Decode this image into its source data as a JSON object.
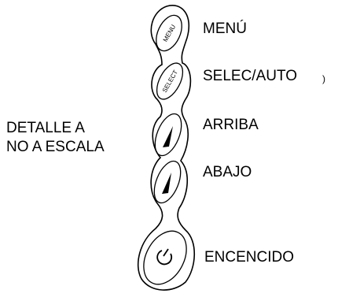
{
  "buttons": {
    "menu": {
      "label": "MENÚ",
      "key_text": "MENU"
    },
    "select": {
      "label": "SELEC/AUTO",
      "key_text": "SELECT",
      "marker": ")"
    },
    "up": {
      "label": "ARRIBA",
      "icon": "triangle-up-icon"
    },
    "down": {
      "label": "ABAJO",
      "icon": "triangle-down-icon"
    },
    "power": {
      "label": "ENCENCIDO",
      "icon": "power-icon"
    }
  },
  "note": {
    "line1": "DETALLE A",
    "line2": "NO A ESCALA"
  }
}
